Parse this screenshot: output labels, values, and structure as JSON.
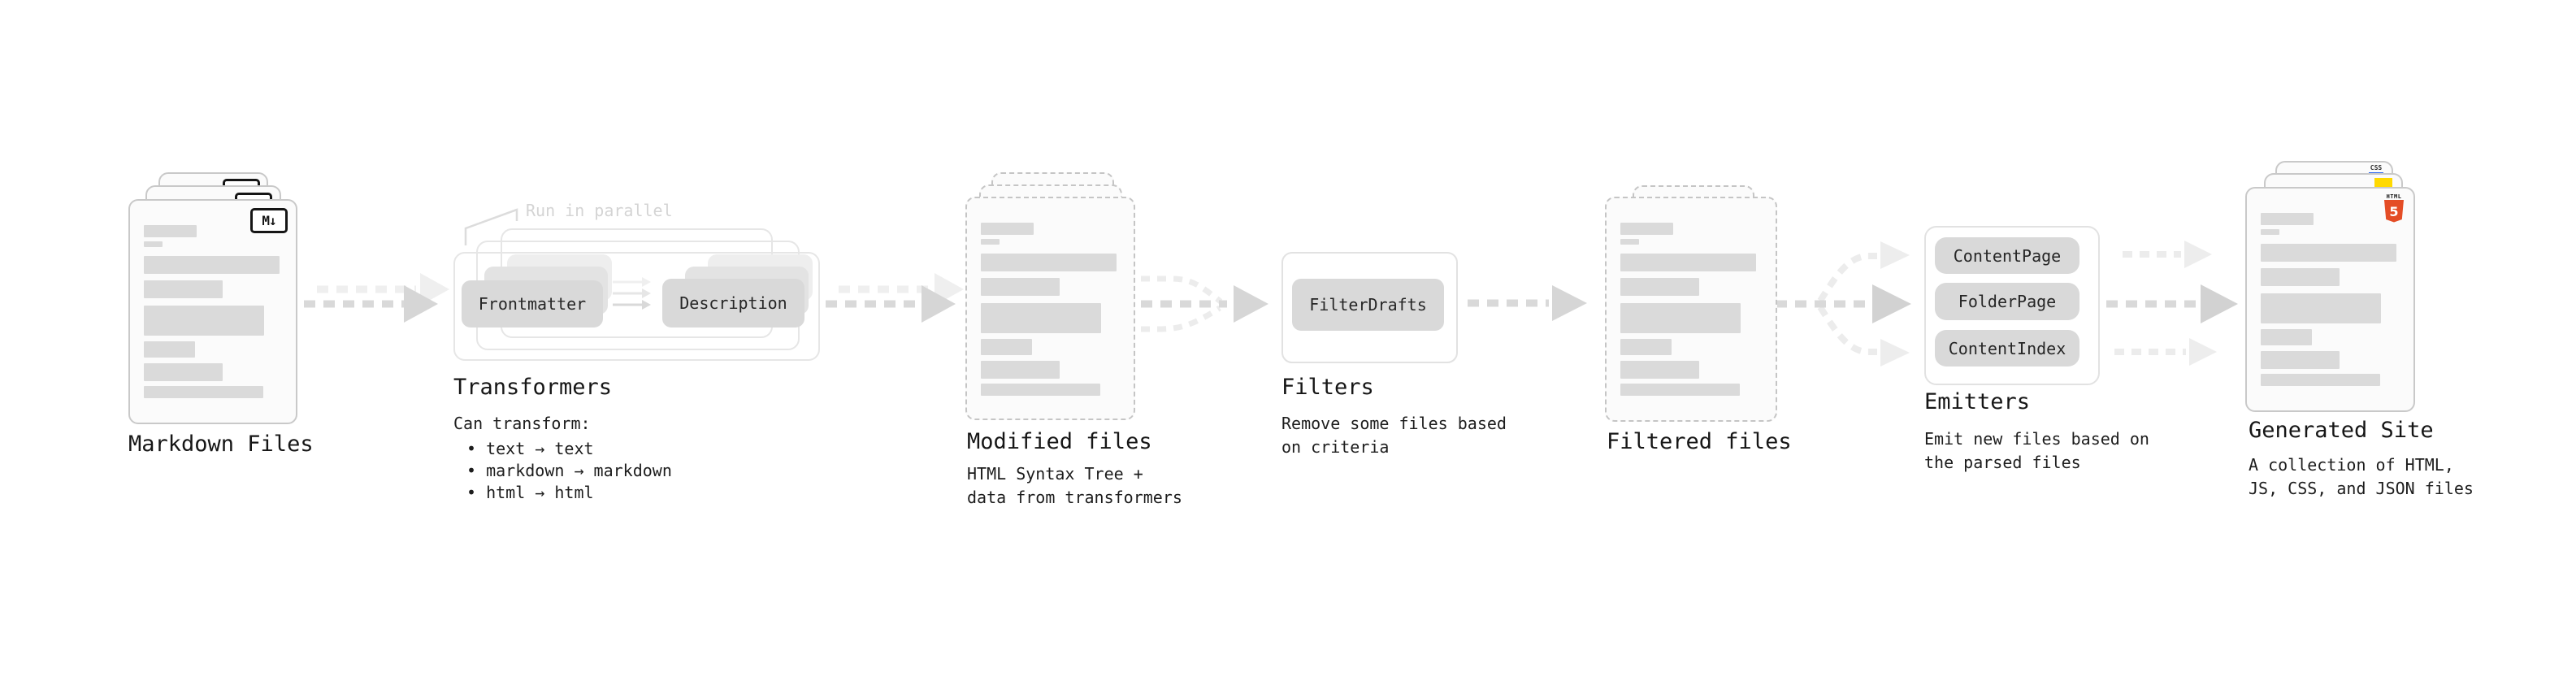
{
  "stages": {
    "markdown": {
      "label": "Markdown Files",
      "badge": "M↓"
    },
    "transformers": {
      "label": "Transformers",
      "note": "Run in parallel",
      "button_frontmatter": "Frontmatter",
      "button_description": "Description",
      "desc_title": "Can transform:",
      "bullets": [
        "• text → text",
        "• markdown → markdown",
        "• html → html"
      ]
    },
    "modified": {
      "label": "Modified files",
      "desc": "HTML Syntax Tree +\ndata from transformers"
    },
    "filters": {
      "label": "Filters",
      "button": "FilterDrafts",
      "desc": "Remove some files based\non criteria"
    },
    "filtered": {
      "label": "Filtered files"
    },
    "emitters": {
      "label": "Emitters",
      "buttons": [
        "ContentPage",
        "FolderPage",
        "ContentIndex"
      ],
      "desc": "Emit new files based on\nthe parsed files"
    },
    "generated": {
      "label": "Generated Site",
      "desc": "A collection of HTML,\nJS, CSS, and JSON files",
      "badge_css_text": "CSS",
      "badge_html_text": "HTML",
      "badge_html_number": "5"
    }
  },
  "colors": {
    "html5_orange": "#e44d26",
    "js_yellow": "#ffd900",
    "css_blue": "#2965f1",
    "arrow_gray": "#d6d6d6",
    "arrow_light": "#ededed",
    "card_border": "#c9c9c9",
    "skeleton": "#dadada"
  }
}
